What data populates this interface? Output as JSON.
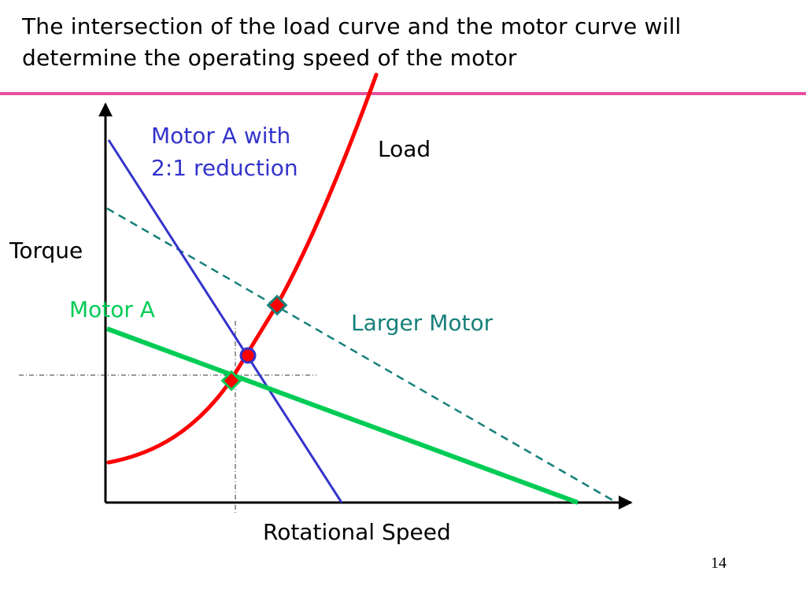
{
  "slide": {
    "title_lines": [
      "The intersection of the load curve and the motor curve will",
      "determine the operating speed of the motor"
    ],
    "page_number": "14"
  },
  "diagram": {
    "labels": {
      "y_axis": "Torque",
      "x_axis": "Rotational Speed",
      "motor_a": "Motor A",
      "motor_a_reduction_line1": "Motor A with",
      "motor_a_reduction_line2": "2:1 reduction",
      "load": "Load",
      "larger_motor": "Larger Motor"
    },
    "colors": {
      "axis": "#000000",
      "load_curve": "#ff0000",
      "motor_a": "#00cc55",
      "motor_a_reduction": "#3333cc",
      "larger_motor": "#16807a",
      "accent_rule": "#e8519f",
      "operating_point_fill": "#ff0000",
      "guide_lines": "#333333"
    }
  }
}
